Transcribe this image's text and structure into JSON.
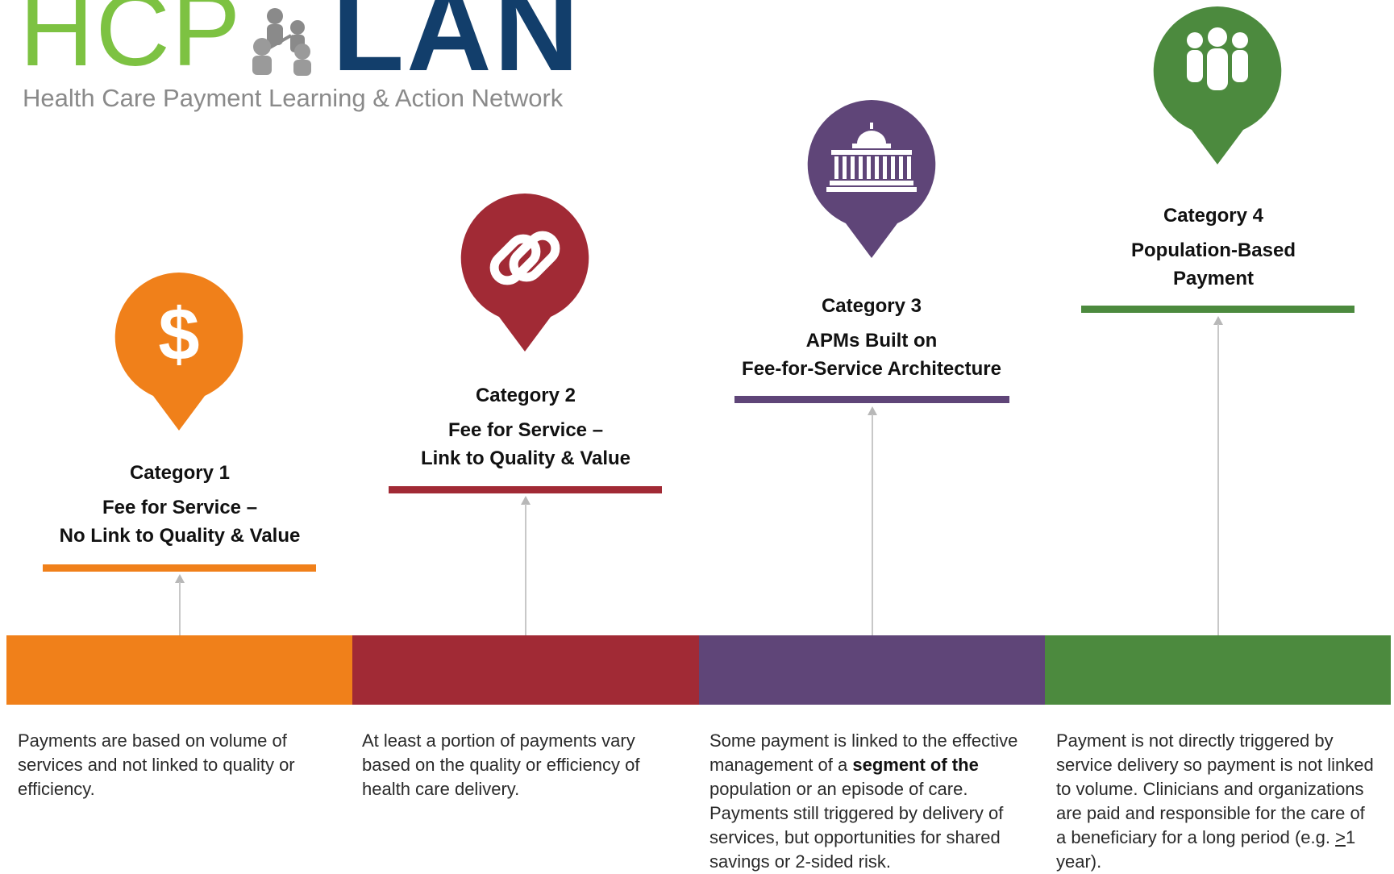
{
  "logo": {
    "hcp": "HCP",
    "lan": "LAN",
    "subtitle": "Health Care Payment Learning & Action Network",
    "icon": "people-network-icon"
  },
  "categories": [
    {
      "title": "Category 1",
      "subtitle": "Fee for Service –\nNo Link to Quality & Value",
      "color": "#f0801a",
      "icon": "dollar-icon",
      "description": "Payments are based on volume of services and not linked to quality or efficiency."
    },
    {
      "title": "Category 2",
      "subtitle": "Fee for Service –\nLink to Quality & Value",
      "color": "#a12a35",
      "icon": "chain-link-icon",
      "description": "At least a portion of payments vary based on the quality or efficiency of health care delivery."
    },
    {
      "title": "Category 3",
      "subtitle": "APMs Built on\nFee-for-Service Architecture",
      "color": "#5f4578",
      "icon": "government-building-icon",
      "description_parts": {
        "before": "Some payment is linked to the effective management of a ",
        "bold": "segment of the",
        "after": " population or an episode of care. Payments still triggered by delivery of services, but opportunities for shared savings or 2-sided risk."
      }
    },
    {
      "title": "Category 4",
      "subtitle": "Population-Based\nPayment",
      "color": "#4c8a3e",
      "icon": "group-people-icon",
      "description_parts": {
        "before": "Payment is not directly triggered by service delivery so payment is not linked to volume. Clinicians and organizations are paid and responsible for the care of a beneficiary for a long period  (e.g. ",
        "underline": ">",
        "after": "1 year)."
      }
    }
  ]
}
